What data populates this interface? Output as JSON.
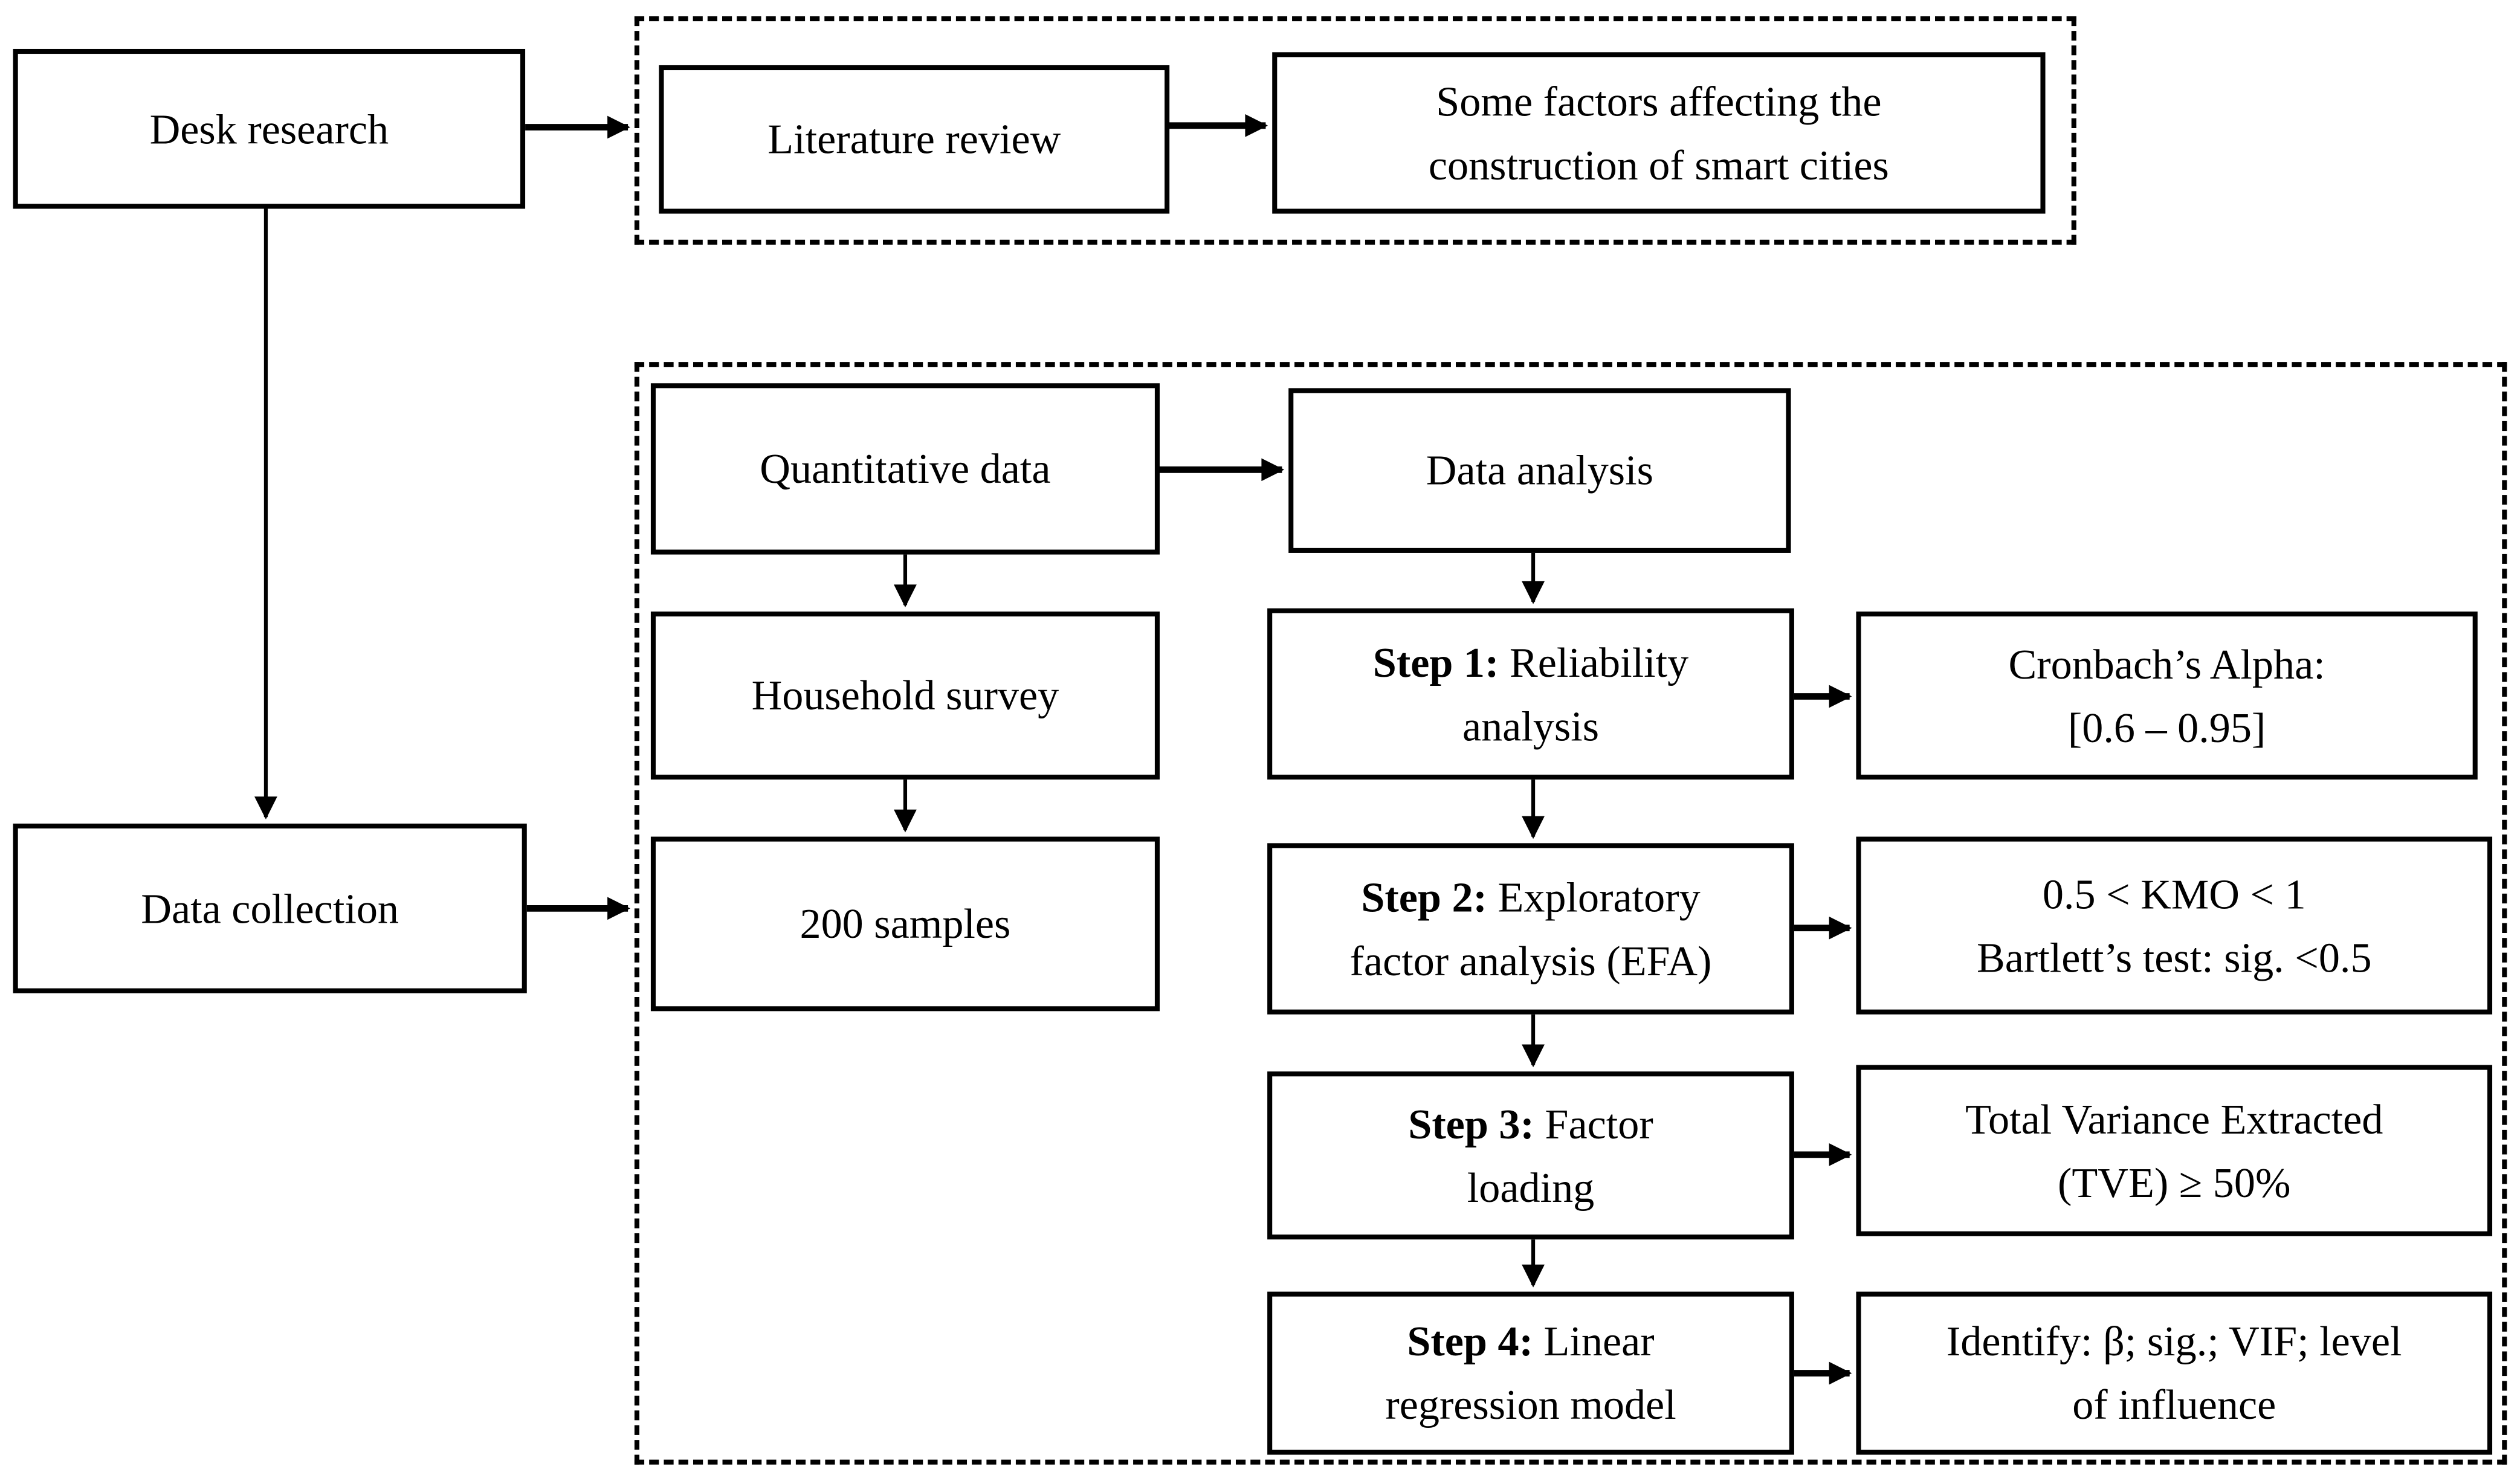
{
  "colors": {
    "ink": "#000000",
    "background": "#ffffff"
  },
  "nodes": {
    "desk_research": {
      "label": "Desk research"
    },
    "literature_review": {
      "label": "Literature review"
    },
    "some_factors": {
      "line1": "Some factors affecting the",
      "line2": "construction of smart cities"
    },
    "data_collection": {
      "label": "Data collection"
    },
    "quantitative_data": {
      "label": "Quantitative data"
    },
    "data_analysis": {
      "label": "Data analysis"
    },
    "household_survey": {
      "label": "Household survey"
    },
    "samples": {
      "label": "200 samples"
    },
    "step1": {
      "prefix": "Step 1:",
      "rest": " Reliability",
      "line2": "analysis"
    },
    "step1_output": {
      "line1": "Cronbach’s Alpha:",
      "line2": "[0.6 – 0.95]"
    },
    "step2": {
      "prefix": "Step 2:",
      "rest": " Exploratory",
      "line2": "factor analysis (EFA)"
    },
    "step2_output": {
      "line1": "0.5 < KMO < 1",
      "line2": "Bartlett’s test: sig. <0.5"
    },
    "step3": {
      "prefix": "Step 3:",
      "rest": " Factor",
      "line2": "loading"
    },
    "step3_output": {
      "line1": "Total Variance Extracted",
      "line2": "(TVE) ≥ 50%"
    },
    "step4": {
      "prefix": "Step 4:",
      "rest": " Linear",
      "line2": "regression model"
    },
    "step4_output": {
      "line1": "Identify: β; sig.; VIF; level",
      "line2": "of influence"
    }
  }
}
